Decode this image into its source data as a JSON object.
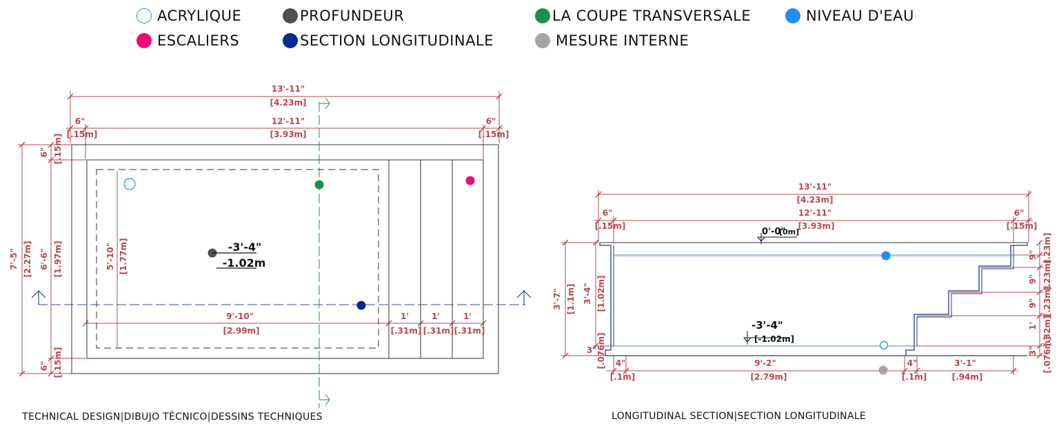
{
  "colors": {
    "acrylique": "#1e88e5",
    "profondeur": "#505050",
    "coupe": "#1a8f4d",
    "niveau": "#1e8ef0",
    "escaliers": "#ef0a78",
    "section": "#0b2a8f",
    "mesure": "#a6a6a6",
    "dimension": "#b5474d",
    "outline": "#333333"
  },
  "legend": {
    "acrylique": "ACRYLIQUE",
    "profondeur": "PROFUNDEUR",
    "coupe": "LA COUPE TRANSVERSALE",
    "niveau": "NIVEAU D'EAU",
    "escaliers": "ESCALIERS",
    "section": "SECTION LONGITUDINALE",
    "mesure": "MESURE INTERNE"
  },
  "plan": {
    "caption": "TECHNICAL DESIGN|DIBUJO TÉCNICO|DESSINS TECHNIQUES",
    "overall_ft": "13'-11\"",
    "overall_m": "[4.23m]",
    "inner_ft": "12'-11\"",
    "inner_m": "[3.93m]",
    "side_ft": "6\"",
    "side_m": "[.15m]",
    "height_ft": "7'-5\"",
    "height_m": "[2.27m]",
    "inner_h_ft": "6'-6\"",
    "inner_h_m": "[1.97m]",
    "bench_h_ft": "5'-10\"",
    "bench_h_m": "[1.77m]",
    "bench_w_ft": "9'-10\"",
    "bench_w_m": "[2.99m]",
    "step_ft": "1'",
    "step_m": "[.31m]",
    "depth_ft": "-3'-4\"",
    "depth_m": "-1.02m"
  },
  "section": {
    "caption": "LONGITUDINAL SECTION|SECTION LONGITUDINALE",
    "overall_ft": "13'-11\"",
    "overall_m": "[4.23m]",
    "inner_ft": "12'-11\"",
    "inner_m": "[3.93m]",
    "side_ft": "6\"",
    "side_m": "[.15m]",
    "top_elev_ft": "0'-0\"",
    "top_elev_m": "[0m]",
    "depth_ft": "-3'-4\"",
    "depth_m": "[-1.02m]",
    "total_h_ft": "3'-7\"",
    "total_h_m": "[1.1m]",
    "inner_h_ft": "3'-4\"",
    "inner_h_m": "[1.02m]",
    "floor_ft": "3\"",
    "floor_m": "[.076m]",
    "rise9_ft": "9\"",
    "rise9_m": "[.23m]",
    "rise1_ft": "1'",
    "rise1_m": "[.32m]",
    "wall_ft": "4\"",
    "wall_m": "[.1m]",
    "floor_len_ft": "9'-2\"",
    "floor_len_m": "[2.79m]",
    "stair_len_ft": "3'-1\"",
    "stair_len_m": "[.94m]"
  }
}
